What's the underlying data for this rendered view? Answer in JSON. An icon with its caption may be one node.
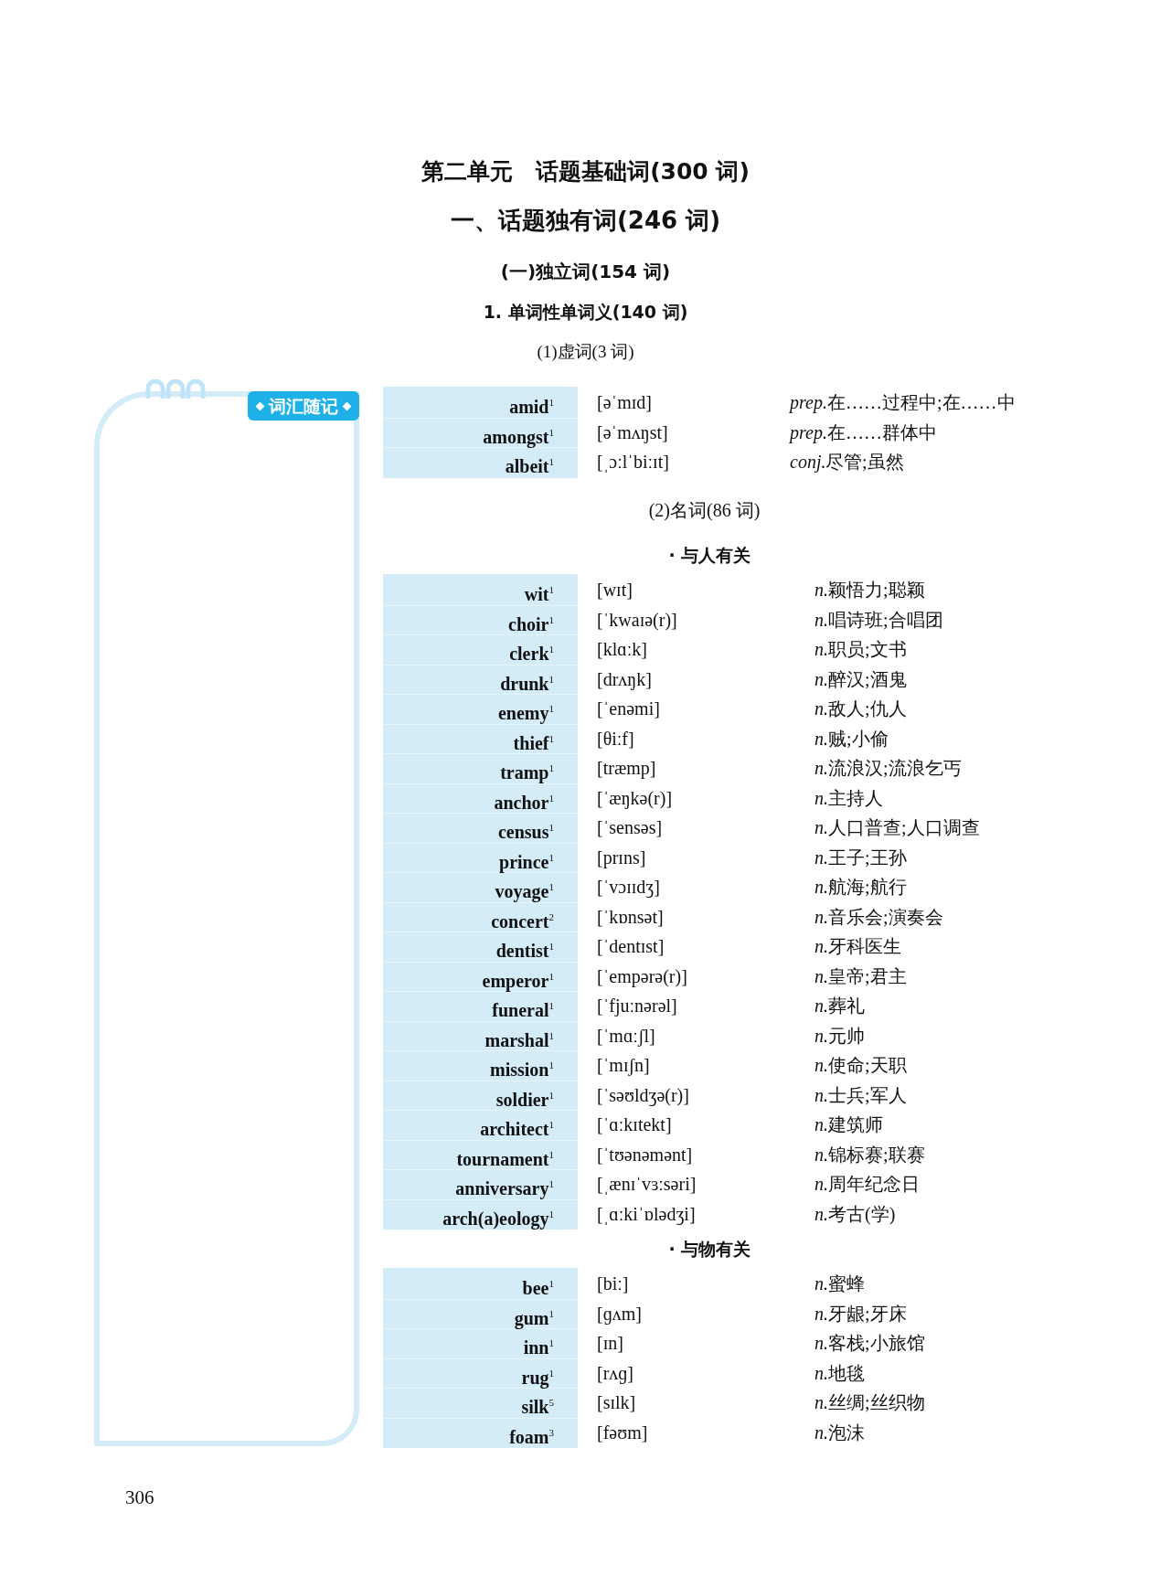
{
  "diagram": {
    "title": "第二单元　话题基础词(300 词)",
    "nodes": [
      {
        "text": [
          "词汇随记"
        ]
      }
    ],
    "labels": [
      "一、话题独有词(246 词)",
      "(一)独立词(154 词)",
      "1. 单词性单词义(140 词)",
      "(1)虚词(3 词)",
      "amid$^{1}$",
      "[əˈmɪd]",
      "prep.",
      "在……过程中;在……中",
      "amongst$^{1}$",
      "[əˈmʌŋst]",
      "prep.",
      "在……群体中",
      "albeit$^{1}$",
      "[ˌɔːlˈbiːɪt]",
      "conj.",
      "尽管;虽然",
      "(2)名词(86 词)",
      "· 与人有关",
      "wit$^{1}$",
      "[wɪt]",
      "n.",
      "颖悟力;聪颖",
      "choir$^{1}$",
      "[ˈkwaɪə(r)]",
      "n.",
      "唱诗班;合唱团",
      "clerk$^{1}$",
      "[klɑːk]",
      "n.",
      "职员;文书",
      "drunk$^{1}$",
      "[drʌŋk]",
      "n.",
      "醉汉;酒鬼",
      "enemy$^{1}$",
      "[ˈenəmi]",
      "n.",
      "敌人;仇人",
      "thief$^{1}$",
      "[θiːf]",
      "n.",
      "贼;小偷",
      "tramp$^{1}$",
      "[træmp]",
      "n.",
      "流浪汉;流浪乞丐",
      "anchor$^{1}$",
      "[ˈæŋkə(r)]",
      "n.",
      "主持人",
      "census$^{1}$",
      "[ˈsensəs]",
      "n.",
      "人口普查;人口调查",
      "prince$^{1}$",
      "[prɪns]",
      "n.",
      "王子;王孙",
      "voyage$^{1}$",
      "[ˈvɔɪɪdʒ]",
      "n.",
      "航海;航行",
      "concert$^{2}$",
      "[ˈkɒnsət]",
      "n.",
      "音乐会;演奏会",
      "dentist$^{1}$",
      "[ˈdentɪst]",
      "n.",
      "牙科医生",
      "emperor$^{1}$",
      "[ˈempərə(r)]",
      "n.",
      "皇帝;君主",
      "funeral$^{1}$",
      "[ˈfjuːnərəl]",
      "n.",
      "葬礼",
      "marshal$^{1}$",
      "[ˈmɑːʃl]",
      "n.",
      "元帅",
      "mission$^{1}$",
      "[ˈmɪʃn]",
      "n.",
      "使命;天职",
      "soldier$^{1}$",
      "[ˈsəʊldʒə(r)]",
      "n.",
      "士兵;军人",
      "architect$^{1}$",
      "[ˈɑːkɪtekt]",
      "n.",
      "建筑师",
      "tournament$^{1}$",
      "[ˈtʊənəmənt]",
      "n.",
      "锦标赛;联赛",
      "anniversary$^{1}$",
      "[ˌænɪˈvɜːsəri]",
      "n.",
      "周年纪念日",
      "arch(a)eology$^{1}$",
      "[ˌɑːkiˈɒlədʒi]",
      "n.",
      "考古(学)",
      "· 与物有关",
      "bee$^{1}$",
      "[biː]",
      "n.",
      "蜜蜂",
      "gum$^{1}$",
      "[ɡʌm]",
      "n.",
      "牙龈;牙床",
      "inn$^{1}$",
      "[ɪn]",
      "n.",
      "客栈;小旅馆",
      "rug$^{1}$",
      "[rʌɡ]",
      "n.",
      "地毯",
      "silk$^{5}$",
      "[sɪlk]",
      "n.",
      "丝绸;丝织物",
      "foam$^{3}$",
      "[fəʊm]",
      "n.",
      "泡沫",
      "306"
    ]
  }
}
